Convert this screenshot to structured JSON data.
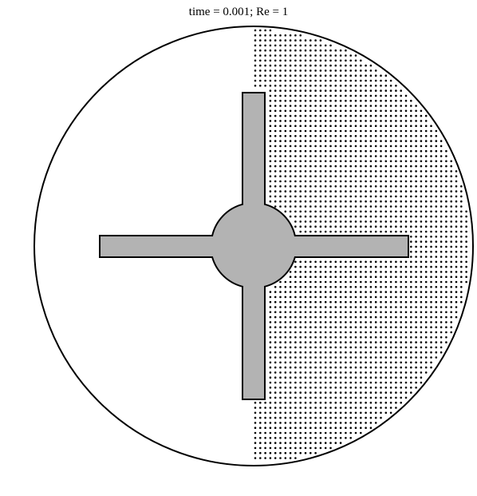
{
  "title": "time = 0.001; Re = 1",
  "colors": {
    "background": "#ffffff",
    "outline": "#000000",
    "impeller_fill": "#b3b3b3",
    "particles": "#000000"
  },
  "shapes": {
    "vessel": "circular-tank",
    "impeller": "four-blade-cross-with-hub"
  },
  "particles": {
    "region": "right-half",
    "pattern": "regular-grid"
  }
}
